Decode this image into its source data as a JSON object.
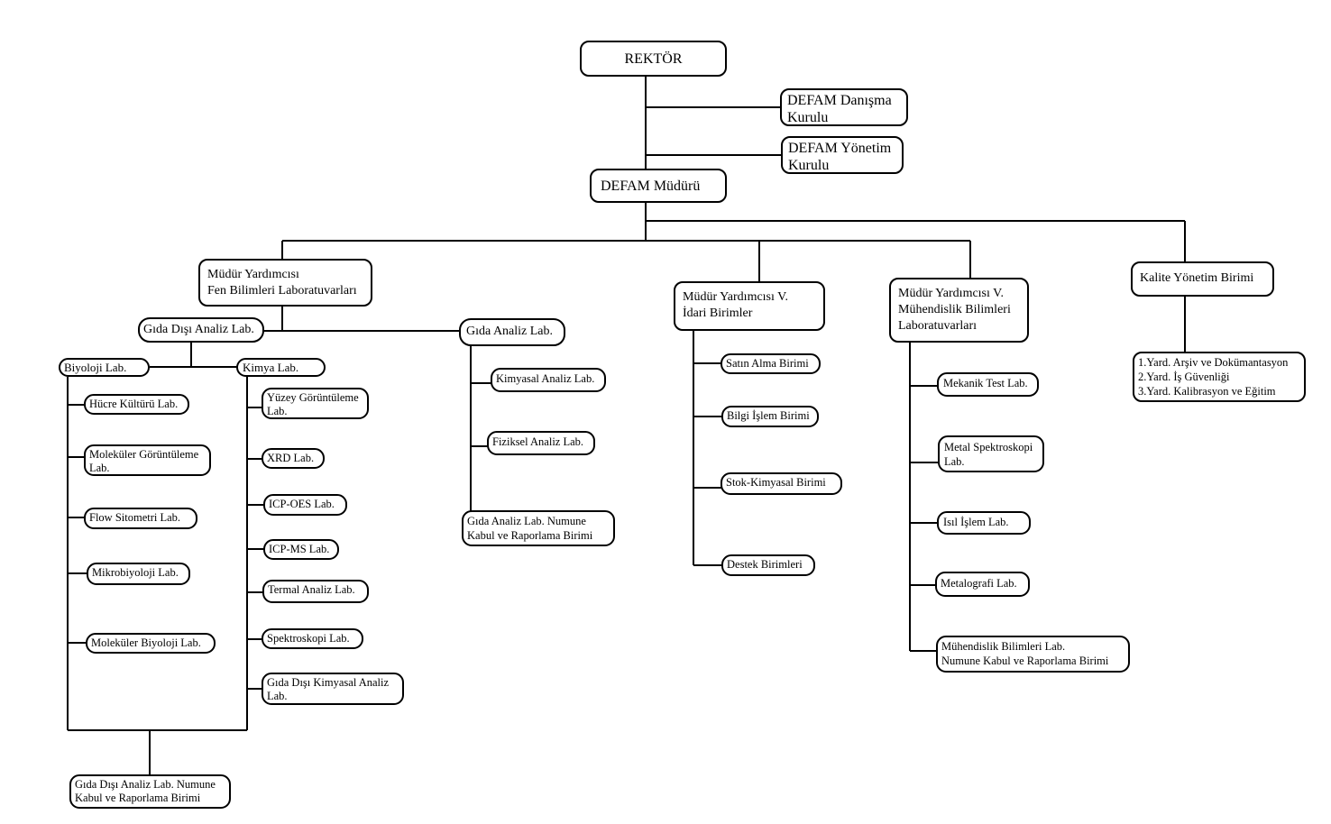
{
  "chart_data": {
    "type": "org-chart",
    "title": "",
    "nodes": {
      "rektor": "REKTÖR",
      "danisma": "DEFAM Danışma\n    Kurulu",
      "yonetim": "DEFAM Yönetim\n    Kurulu",
      "mudur": "DEFAM Müdürü",
      "my_fen": "Müdür Yardımcısı\nFen Bilimleri Laboratuvarları",
      "my_idari": "Müdür Yardımcısı V.\nİdari Birimler",
      "my_muh": "Müdür Yardımcısı V.\nMühendislik Bilimleri\nLaboratuvarları",
      "kalite": "Kalite Yönetim  Birimi",
      "kalite_list": "1.Yard. Arşiv ve Dokümantasyon\n2.Yard. İş Güvenliği\n3.Yard. Kalibrasyon ve Eğitim",
      "gida_disi": "Gıda Dışı Analiz Lab.",
      "gida": "Gıda Analiz Lab.",
      "biyoloji": "Biyoloji Lab.",
      "kimya": "Kimya Lab.",
      "gida_disi_numune": "Gıda Dışı Analiz Lab. Numune\nKabul ve Raporlama Birimi"
    },
    "biyoloji_labs": [
      "Hücre Kültürü Lab.",
      "Moleküler Görüntüleme\nLab.",
      "Flow Sitometri Lab.",
      "Mikrobiyoloji Lab.",
      " Moleküler Biyoloji Lab."
    ],
    "kimya_labs": [
      "Yüzey Görüntüleme\nLab.",
      "XRD Lab.",
      " ICP-OES Lab.",
      " ICP-MS Lab.",
      "Termal Analiz Lab.",
      "Spektroskopi Lab.",
      "Gıda Dışı Kimyasal Analiz\nLab."
    ],
    "gida_labs": [
      "Kimyasal Analiz Lab.",
      "Fiziksel Analiz Lab.",
      "  Gıda Analiz Lab. Numune\n  Kabul ve Raporlama Birimi"
    ],
    "idari_units": [
      " Satın Alma Birimi",
      "Bilgi İşlem Birimi",
      "Stok-Kimyasal  Birimi",
      " Destek Birimleri"
    ],
    "muh_labs": [
      "Mekanik Test Lab.",
      "Metal Spektroskopi\nLab.",
      "Isıl İşlem  Lab.",
      "Metalografi Lab.",
      "  Mühendislik Bilimleri Lab.\n  Numune Kabul ve Raporlama Birimi"
    ]
  }
}
